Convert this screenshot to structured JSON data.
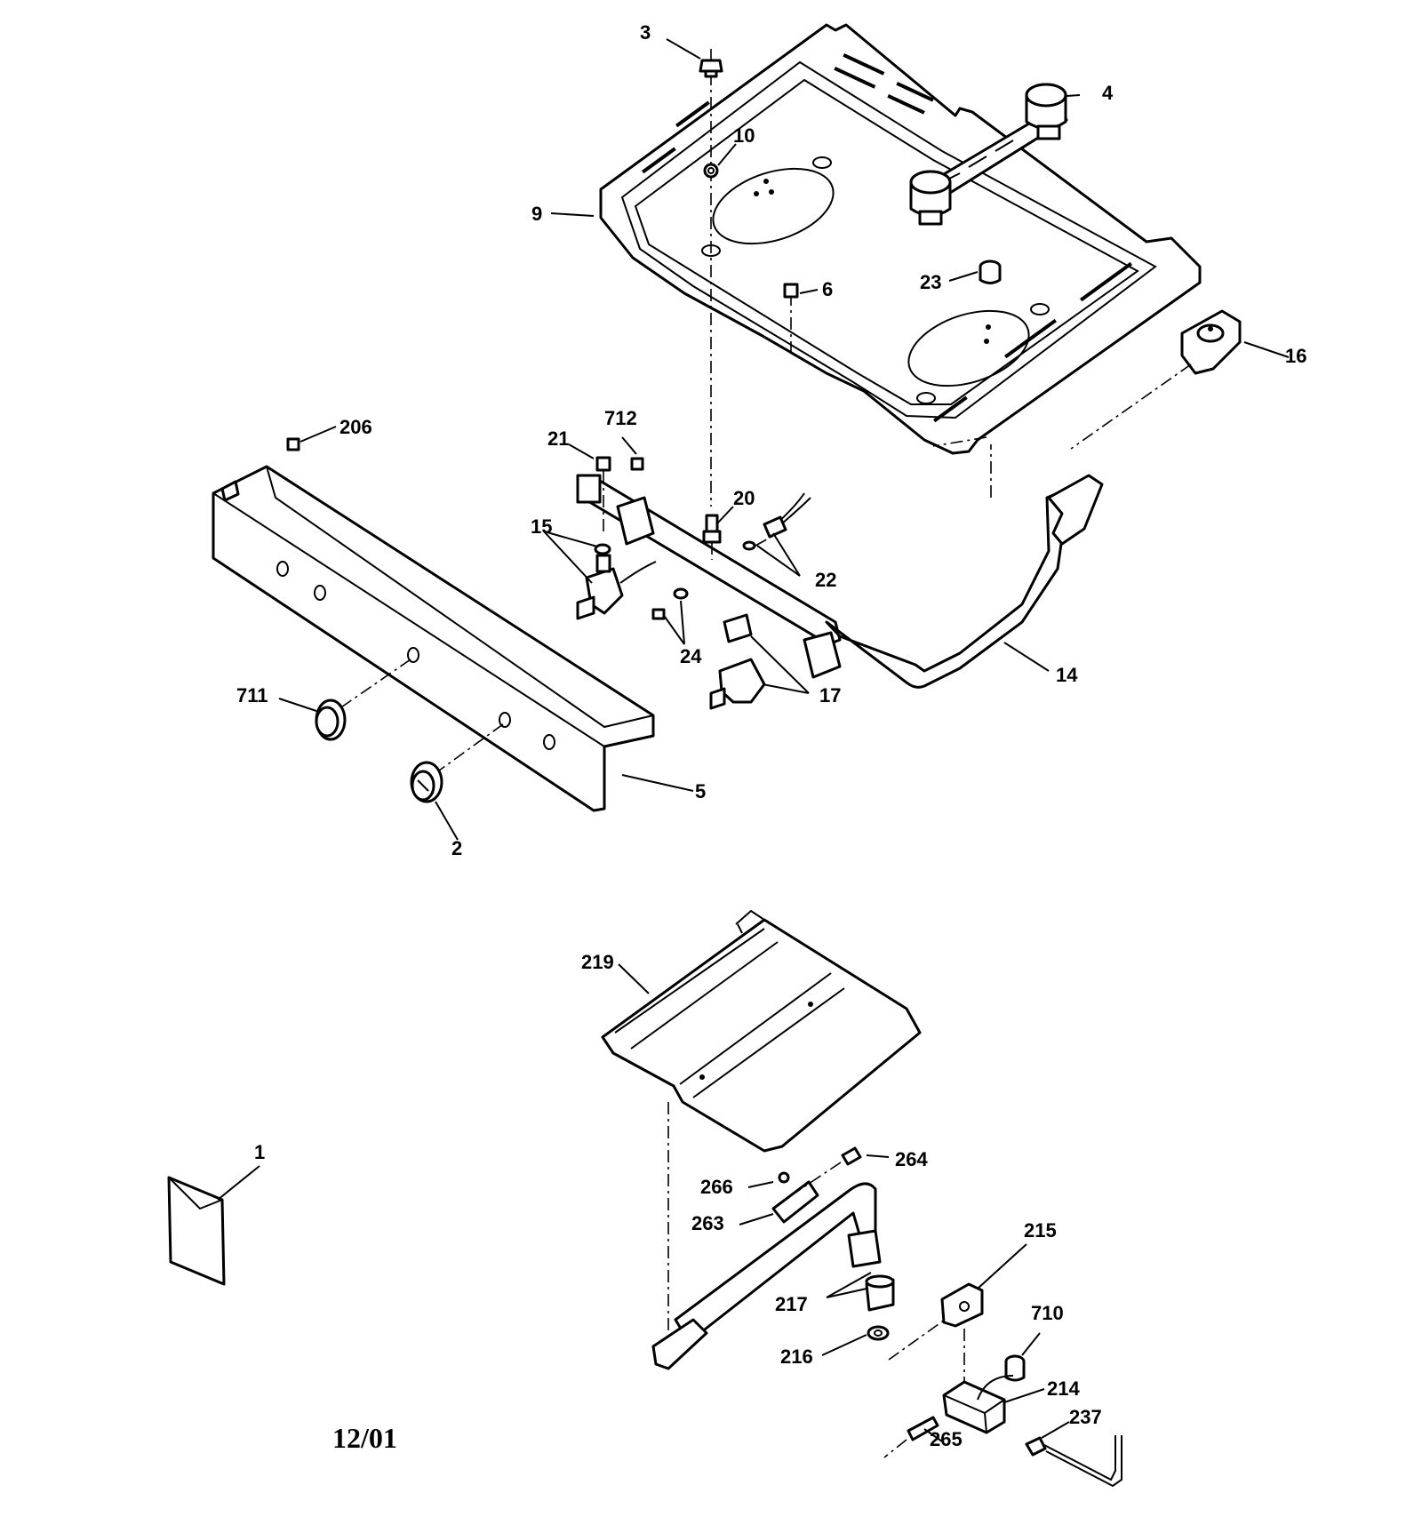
{
  "date_code": "12/01",
  "parts": [
    {
      "id": "p1",
      "label": "1"
    },
    {
      "id": "p2",
      "label": "2"
    },
    {
      "id": "p3",
      "label": "3"
    },
    {
      "id": "p4",
      "label": "4"
    },
    {
      "id": "p5",
      "label": "5"
    },
    {
      "id": "p6",
      "label": "6"
    },
    {
      "id": "p9",
      "label": "9"
    },
    {
      "id": "p10",
      "label": "10"
    },
    {
      "id": "p14",
      "label": "14"
    },
    {
      "id": "p15",
      "label": "15"
    },
    {
      "id": "p16",
      "label": "16"
    },
    {
      "id": "p17",
      "label": "17"
    },
    {
      "id": "p20",
      "label": "20"
    },
    {
      "id": "p21",
      "label": "21"
    },
    {
      "id": "p22",
      "label": "22"
    },
    {
      "id": "p23",
      "label": "23"
    },
    {
      "id": "p24",
      "label": "24"
    },
    {
      "id": "p206",
      "label": "206"
    },
    {
      "id": "p214",
      "label": "214"
    },
    {
      "id": "p215",
      "label": "215"
    },
    {
      "id": "p216",
      "label": "216"
    },
    {
      "id": "p217",
      "label": "217"
    },
    {
      "id": "p219",
      "label": "219"
    },
    {
      "id": "p237",
      "label": "237"
    },
    {
      "id": "p263",
      "label": "263"
    },
    {
      "id": "p264",
      "label": "264"
    },
    {
      "id": "p265",
      "label": "265"
    },
    {
      "id": "p266",
      "label": "266"
    },
    {
      "id": "p710",
      "label": "710"
    },
    {
      "id": "p711",
      "label": "711"
    },
    {
      "id": "p712",
      "label": "712"
    }
  ]
}
